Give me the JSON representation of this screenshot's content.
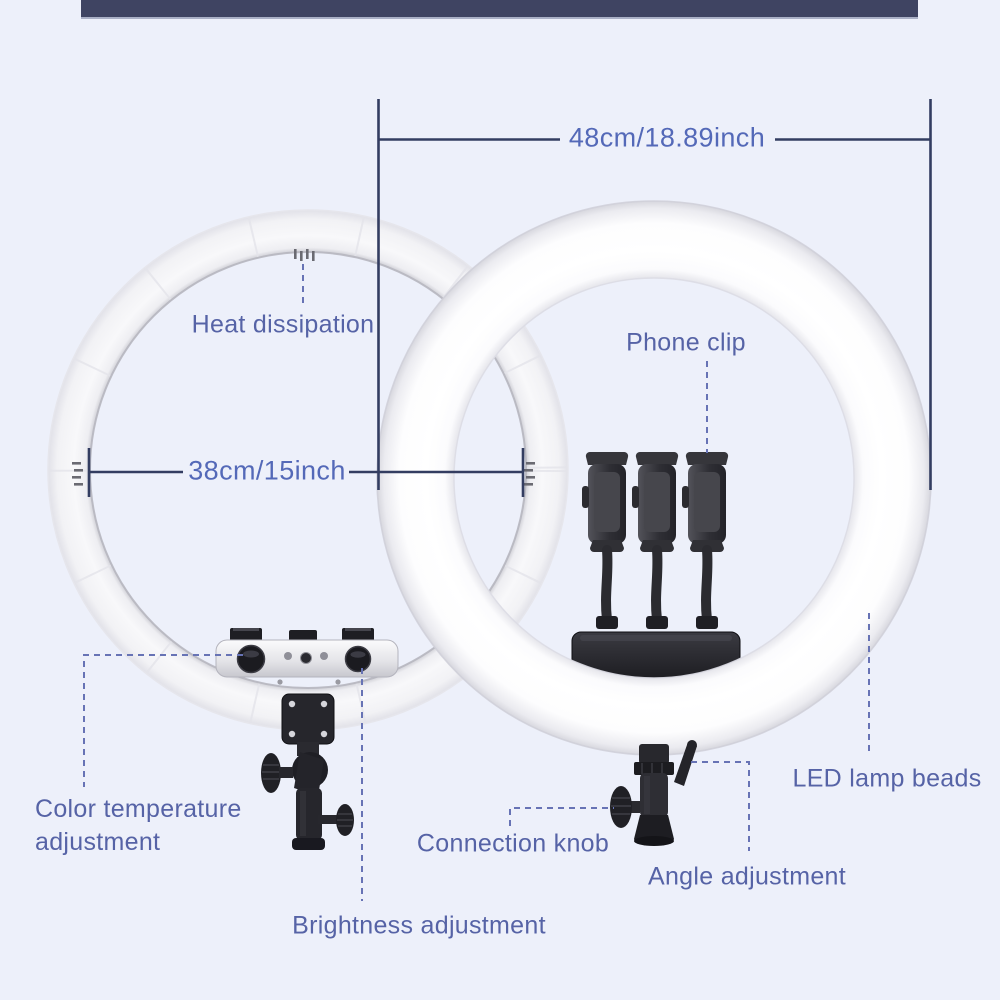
{
  "page": {
    "background_color": "#edf0fa",
    "top_bar_color": "#3f4462"
  },
  "dimensions": {
    "outer_diameter_label": "48cm/18.89inch",
    "inner_diameter_label": "38cm/15inch"
  },
  "callouts": {
    "heat_dissipation": "Heat dissipation",
    "phone_clip": "Phone clip",
    "color_temperature": "Color temperature adjustment",
    "connection_knob": "Connection knob",
    "angle_adjustment": "Angle adjustment",
    "brightness_adjustment": "Brightness adjustment",
    "led_lamp_beads": "LED lamp beads"
  },
  "colors": {
    "label_text": "#5663a6",
    "dimension_text": "#5469b8",
    "dimension_line": "#333d61",
    "dashed_connector": "#6773b5",
    "ring_white": "#ffffff",
    "hardware_black": "#222228"
  }
}
